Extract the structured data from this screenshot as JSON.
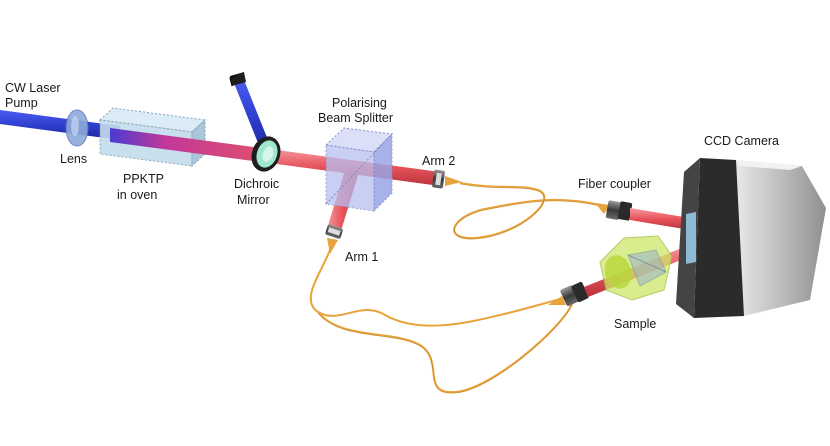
{
  "labels": {
    "cw_laser_pump_line1": "CW Laser",
    "cw_laser_pump_line2": "Pump",
    "lens": "Lens",
    "ppktp_line1": "PPKTP",
    "ppktp_line2": "in oven",
    "dichroic_line1": "Dichroic",
    "dichroic_line2": "Mirror",
    "pbs_line1": "Polarising",
    "pbs_line2": "Beam Splitter",
    "arm1": "Arm 1",
    "arm2": "Arm 2",
    "fiber_coupler": "Fiber coupler",
    "ccd_camera": "CCD Camera",
    "sample": "Sample"
  },
  "colors": {
    "pump_beam": "#2f3fd0",
    "photon_beam": "#e8525a",
    "fiber": "#e8a33a",
    "crystal_box": "#bcd8ea",
    "pbs_cube": "#b7bff0",
    "sample_holder": "#cde86a",
    "camera_body": "#2b2b2b",
    "dichroic_mirror": "#9fe6d0"
  }
}
